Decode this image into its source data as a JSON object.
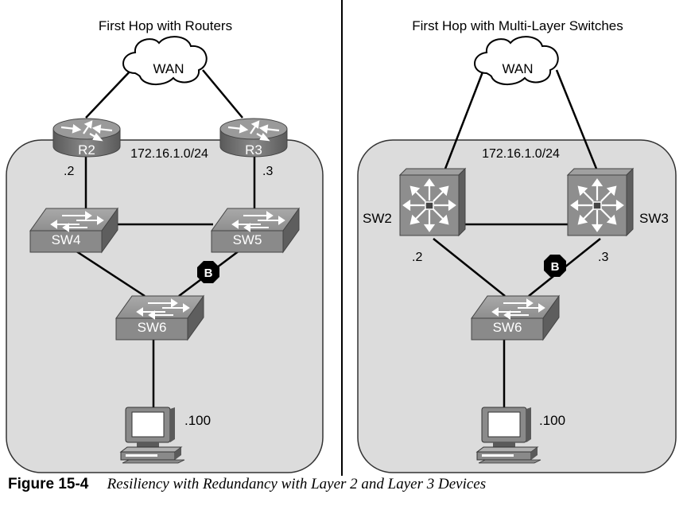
{
  "left_panel": {
    "title": "First Hop with Routers",
    "wan": "WAN",
    "subnet": "172.16.1.0/24",
    "routers": [
      {
        "name": "R2",
        "ip": ".2"
      },
      {
        "name": "R3",
        "ip": ".3"
      }
    ],
    "switches": [
      "SW4",
      "SW5",
      "SW6"
    ],
    "blocked_marker": "B",
    "host_ip": ".100"
  },
  "right_panel": {
    "title": "First Hop with Multi-Layer Switches",
    "wan": "WAN",
    "subnet": "172.16.1.0/24",
    "ml_switches": [
      {
        "name": "SW2",
        "ip": ".2"
      },
      {
        "name": "SW3",
        "ip": ".3"
      }
    ],
    "access_switch": "SW6",
    "blocked_marker": "B",
    "host_ip": ".100"
  },
  "caption": {
    "label": "Figure 15-4",
    "text": "Resiliency with Redundancy with Layer 2 and Layer 3 Devices"
  },
  "icons": {
    "router": "router-icon",
    "switch": "switch-icon",
    "multilayer_switch": "multilayer-switch-icon",
    "cloud": "cloud-icon",
    "pc": "pc-icon",
    "blocked": "blocked-port-octagon-icon"
  },
  "colors": {
    "device_fill": "#8c8c8c",
    "device_dark": "#5a5a5a",
    "panel_fill": "#dcdcdc",
    "link": "#000000"
  }
}
